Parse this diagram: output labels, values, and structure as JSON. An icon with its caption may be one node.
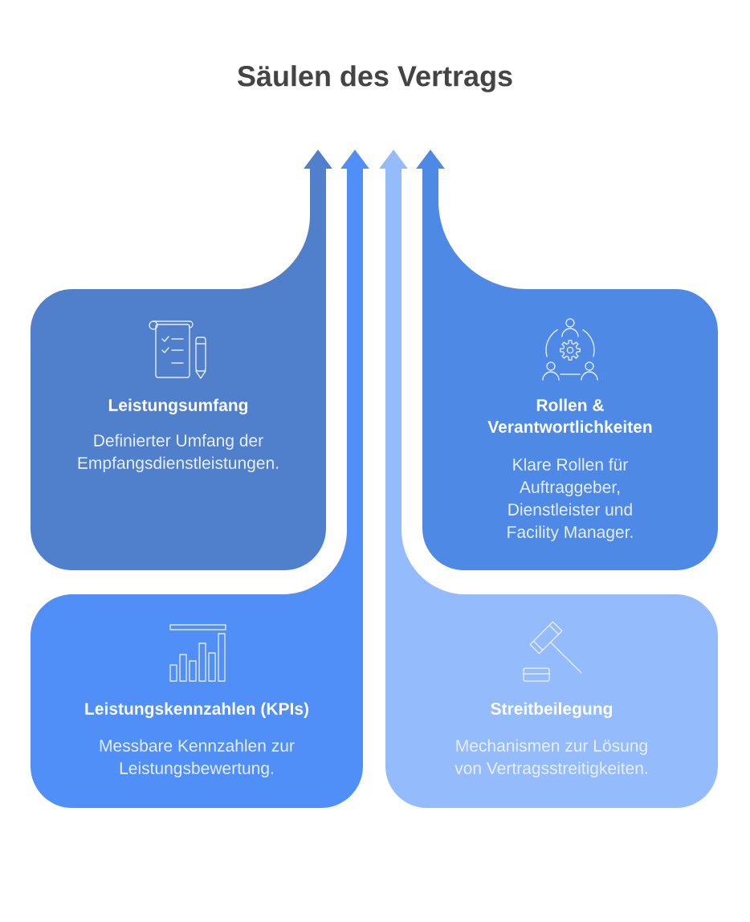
{
  "diagram": {
    "title": "Säulen des Vertrags",
    "nodes": [
      {
        "text": [
          "Leistungsumfang",
          "Definierter Umfang der Empfangsdienstleistungen."
        ]
      },
      {
        "text": [
          "Rollen & Verantwortlichkeiten",
          "Klare Rollen für Auftraggeber, Dienstleister und Facility Manager."
        ]
      },
      {
        "text": [
          "Leistungskennzahlen (KPIs)",
          "Messbare Kennzahlen zur Leistungsbewertung."
        ]
      },
      {
        "text": [
          "Streitbeilegung",
          "Mechanismen zur Lösung von Vertragsstreitigkeiten."
        ]
      }
    ],
    "edges": [
      {
        "from": 0,
        "to": null,
        "arrow": "to",
        "color": "#5080cc"
      },
      {
        "from": 1,
        "to": null,
        "arrow": "to",
        "color": "#4e89e6"
      },
      {
        "from": 2,
        "to": null,
        "arrow": "to",
        "color": "#4f8ff7"
      },
      {
        "from": 3,
        "to": null,
        "arrow": "to",
        "color": "#94bcfc"
      }
    ]
  }
}
